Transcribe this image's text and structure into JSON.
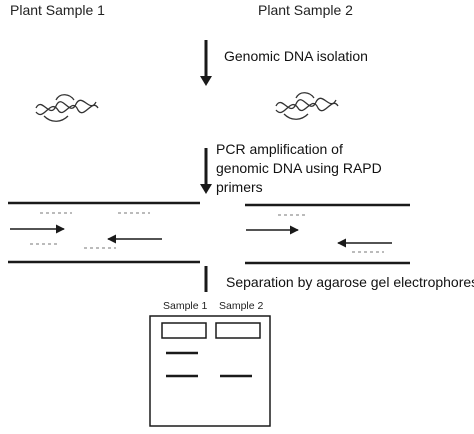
{
  "titles": {
    "sample1": "Plant Sample 1",
    "sample2": "Plant Sample 2"
  },
  "steps": {
    "dna_isolation": "Genomic DNA isolation",
    "pcr_line1": "PCR amplification of",
    "pcr_line2": "genomic DNA using RAPD",
    "pcr_line3": "primers",
    "electrophoresis": "Separation by agarose gel electrophoresis"
  },
  "gel": {
    "lane1_label": "Sample 1",
    "lane2_label": "Sample 2"
  },
  "colors": {
    "line": "#1a1a1a",
    "primer": "#555555"
  }
}
